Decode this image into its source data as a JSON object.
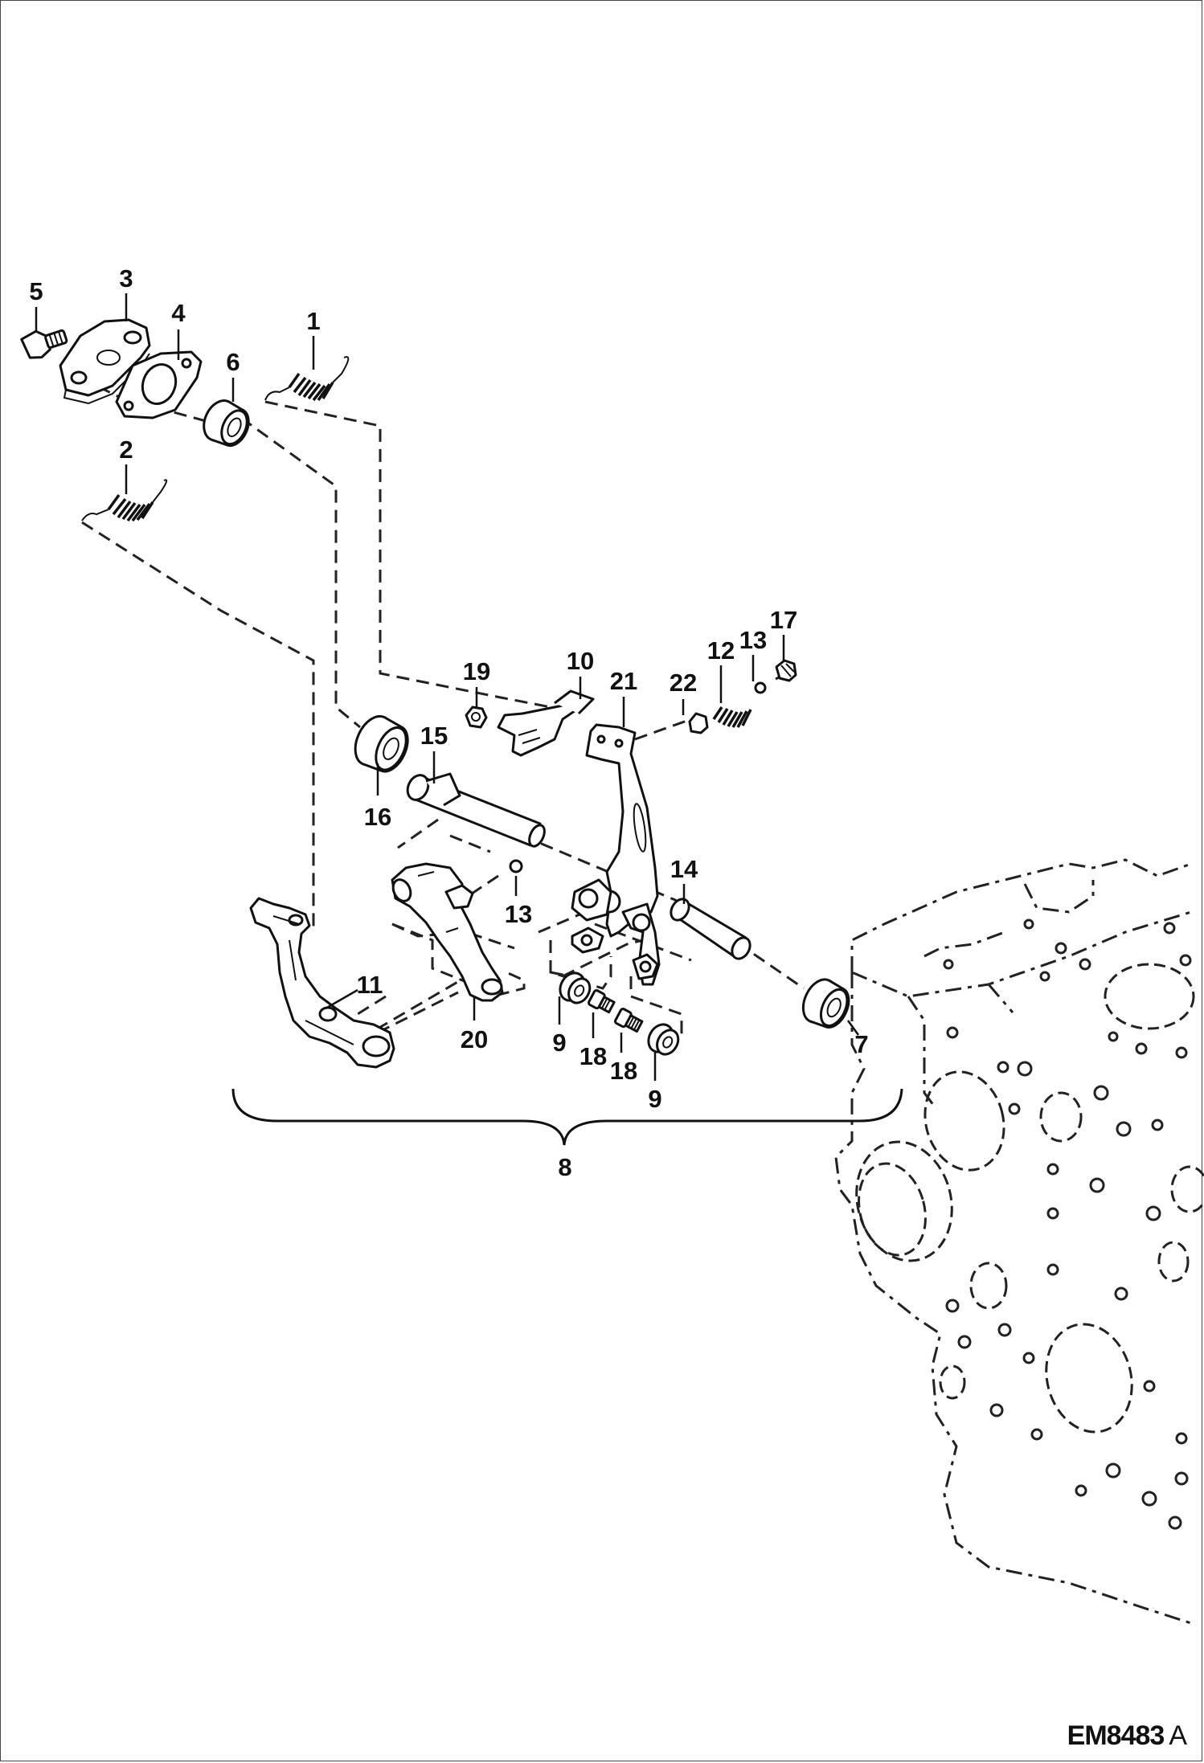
{
  "callouts": {
    "c1": "1",
    "c2": "2",
    "c3": "3",
    "c4": "4",
    "c5": "5",
    "c6": "6",
    "c7": "7",
    "c8": "8",
    "c9a": "9",
    "c9b": "9",
    "c10": "10",
    "c11": "11",
    "c12": "12",
    "c13a": "13",
    "c13b": "13",
    "c14": "14",
    "c15": "15",
    "c16": "16",
    "c17": "17",
    "c18a": "18",
    "c18b": "18",
    "c19": "19",
    "c20": "20",
    "c21": "21",
    "c22": "22"
  },
  "drawing_code": "EM8483",
  "revision": "A"
}
